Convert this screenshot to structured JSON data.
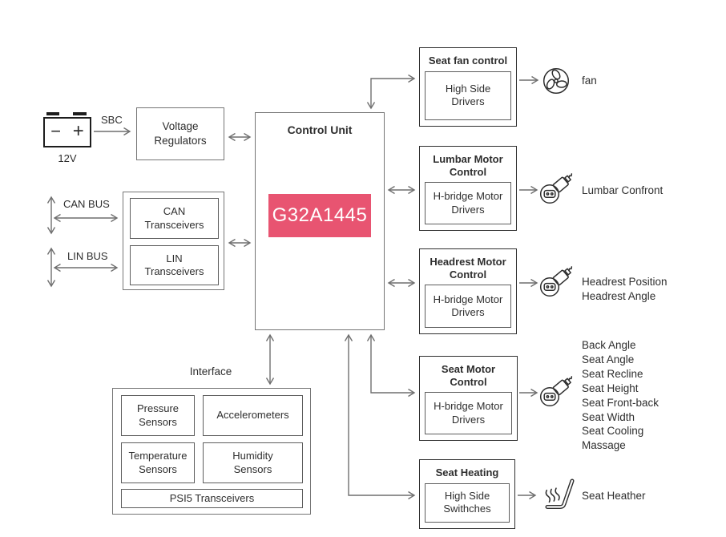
{
  "colors": {
    "chip_bg": "#e85471",
    "wire": "#6f6f6f",
    "outer_border": "#757575",
    "module_border": "#2f2f2f",
    "text": "#2e2e2e"
  },
  "power": {
    "battery_voltage": "12V",
    "battery_minus": "−",
    "battery_plus": "+",
    "sbc": "SBC",
    "voltage_regulators": "Voltage Regulators"
  },
  "buses": {
    "can": "CAN BUS",
    "lin": "LIN BUS",
    "can_transceivers": "CAN Transceivers",
    "lin_transceivers": "LIN Transceivers"
  },
  "control_unit": {
    "title": "Control Unit",
    "chip": "G32A1445"
  },
  "interface": {
    "title": "Interface",
    "pressure": "Pressure Sensors",
    "accelerometers": "Accelerometers",
    "temperature": "Temperature Sensors",
    "humidity": "Humidity Sensors",
    "psi5": "PSI5 Transceivers"
  },
  "modules": [
    {
      "title": "Seat fan control",
      "driver": "High Side Drivers",
      "icon": "fan-icon",
      "outputs": [
        "fan"
      ]
    },
    {
      "title": "Lumbar Motor Control",
      "driver": "H-bridge Motor Drivers",
      "icon": "motor-icon",
      "outputs": [
        "Lumbar Confront"
      ]
    },
    {
      "title": "Headrest Motor Control",
      "driver": "H-bridge Motor Drivers",
      "icon": "motor-icon",
      "outputs": [
        "Headrest Position",
        "Headrest Angle"
      ]
    },
    {
      "title": "Seat Motor Control",
      "driver": "H-bridge Motor Drivers",
      "icon": "motor-icon",
      "outputs": [
        "Back Angle",
        "Seat Angle",
        "Seat Recline",
        "Seat Height",
        "Seat Front-back",
        "Seat Width",
        "Seat Cooling",
        "Massage"
      ]
    },
    {
      "title": "Seat Heating",
      "driver": "High Side Swithches",
      "icon": "seat-heater-icon",
      "outputs": [
        "Seat Heather"
      ]
    }
  ]
}
